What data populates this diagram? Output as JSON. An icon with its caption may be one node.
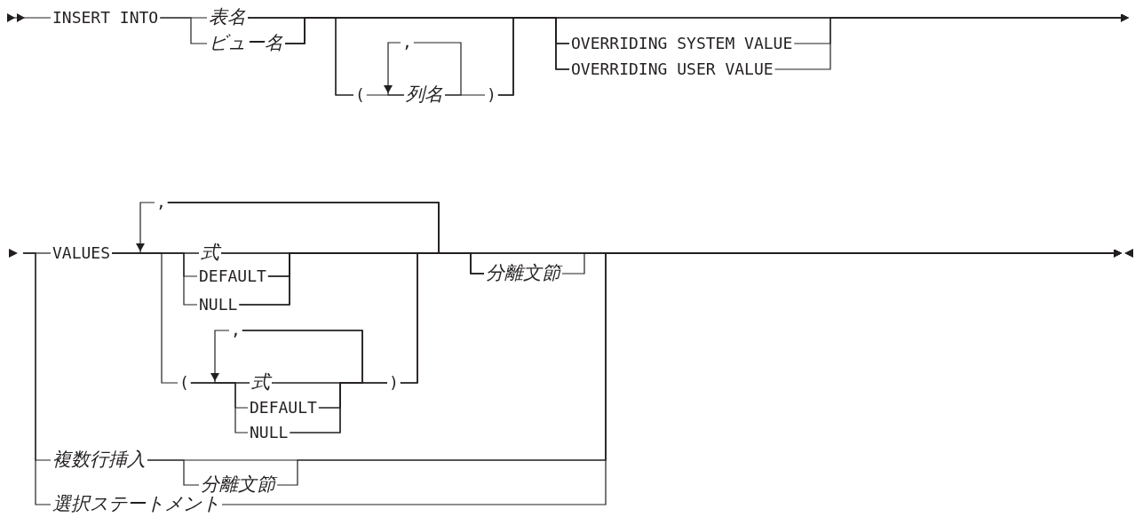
{
  "diagram": {
    "nodes": [
      {
        "text": [
          "INSERT INTO"
        ]
      },
      {
        "text": [
          "表名"
        ]
      },
      {
        "text": [
          "ビュー名"
        ]
      },
      {
        "text": [
          ","
        ]
      },
      {
        "text": [
          "("
        ]
      },
      {
        "text": [
          "列名"
        ]
      },
      {
        "text": [
          ")"
        ]
      },
      {
        "text": [
          "OVERRIDING SYSTEM VALUE"
        ]
      },
      {
        "text": [
          "OVERRIDING USER VALUE"
        ]
      },
      {
        "text": [
          ","
        ]
      },
      {
        "text": [
          "VALUES"
        ]
      },
      {
        "text": [
          "式"
        ]
      },
      {
        "text": [
          "DEFAULT"
        ]
      },
      {
        "text": [
          "NULL"
        ]
      },
      {
        "text": [
          ","
        ]
      },
      {
        "text": [
          "("
        ]
      },
      {
        "text": [
          "式"
        ]
      },
      {
        "text": [
          "DEFAULT"
        ]
      },
      {
        "text": [
          "NULL"
        ]
      },
      {
        "text": [
          ")"
        ]
      },
      {
        "text": [
          "分離文節"
        ]
      },
      {
        "text": [
          "複数行挿入"
        ]
      },
      {
        "text": [
          "分離文節"
        ]
      },
      {
        "text": [
          "選択ステートメント"
        ]
      }
    ],
    "edges": [
      {
        "from": null,
        "to": 0,
        "arrow": "other"
      },
      {
        "from": 0,
        "to": 1,
        "arrow": "none"
      },
      {
        "from": 0,
        "to": 2,
        "arrow": "none"
      },
      {
        "from": 1,
        "to": 4,
        "arrow": "none"
      },
      {
        "from": 2,
        "to": 4,
        "arrow": "none"
      },
      {
        "from": 4,
        "to": 5,
        "arrow": "none"
      },
      {
        "from": 5,
        "to": 6,
        "arrow": "none"
      },
      {
        "from": 5,
        "to": 3,
        "arrow": "none"
      },
      {
        "from": 3,
        "to": 5,
        "arrow": "to"
      },
      {
        "from": 6,
        "to": 7,
        "arrow": "none"
      },
      {
        "from": 6,
        "to": 8,
        "arrow": "none"
      },
      {
        "from": 6,
        "to": null,
        "arrow": "to"
      },
      {
        "from": 1,
        "to": 7,
        "arrow": "none"
      },
      {
        "from": 1,
        "to": 8,
        "arrow": "none"
      },
      {
        "from": 1,
        "to": null,
        "arrow": "to"
      },
      {
        "from": 2,
        "to": 7,
        "arrow": "none"
      },
      {
        "from": 2,
        "to": 8,
        "arrow": "none"
      },
      {
        "from": 2,
        "to": null,
        "arrow": "to"
      },
      {
        "from": 7,
        "to": null,
        "arrow": "to"
      },
      {
        "from": 8,
        "to": null,
        "arrow": "to"
      },
      {
        "from": null,
        "to": 10,
        "arrow": "none"
      },
      {
        "from": null,
        "to": 21,
        "arrow": "none"
      },
      {
        "from": null,
        "to": 23,
        "arrow": "none"
      },
      {
        "from": 10,
        "to": 11,
        "arrow": "none"
      },
      {
        "from": 10,
        "to": 12,
        "arrow": "none"
      },
      {
        "from": 10,
        "to": 13,
        "arrow": "none"
      },
      {
        "from": 10,
        "to": 15,
        "arrow": "none"
      },
      {
        "from": 11,
        "to": 20,
        "arrow": "none"
      },
      {
        "from": 12,
        "to": 20,
        "arrow": "none"
      },
      {
        "from": 13,
        "to": 20,
        "arrow": "none"
      },
      {
        "from": 11,
        "to": null,
        "arrow": "to"
      },
      {
        "from": 12,
        "to": null,
        "arrow": "to"
      },
      {
        "from": 13,
        "to": null,
        "arrow": "to"
      },
      {
        "from": 11,
        "to": 9,
        "arrow": "none"
      },
      {
        "from": 12,
        "to": 9,
        "arrow": "none"
      },
      {
        "from": 13,
        "to": 9,
        "arrow": "none"
      },
      {
        "from": 9,
        "to": 11,
        "arrow": "to"
      },
      {
        "from": 15,
        "to": 16,
        "arrow": "none"
      },
      {
        "from": 15,
        "to": 17,
        "arrow": "none"
      },
      {
        "from": 15,
        "to": 18,
        "arrow": "none"
      },
      {
        "from": 16,
        "to": 19,
        "arrow": "none"
      },
      {
        "from": 17,
        "to": 19,
        "arrow": "none"
      },
      {
        "from": 18,
        "to": 19,
        "arrow": "none"
      },
      {
        "from": 16,
        "to": 14,
        "arrow": "none"
      },
      {
        "from": 17,
        "to": 14,
        "arrow": "none"
      },
      {
        "from": 18,
        "to": 14,
        "arrow": "none"
      },
      {
        "from": 14,
        "to": 16,
        "arrow": "to"
      },
      {
        "from": 19,
        "to": 20,
        "arrow": "none"
      },
      {
        "from": 19,
        "to": null,
        "arrow": "to"
      },
      {
        "from": 19,
        "to": 9,
        "arrow": "none"
      },
      {
        "from": 20,
        "to": null,
        "arrow": "to"
      },
      {
        "from": 21,
        "to": 22,
        "arrow": "none"
      },
      {
        "from": 21,
        "to": null,
        "arrow": "to"
      },
      {
        "from": 22,
        "to": null,
        "arrow": "to"
      },
      {
        "from": 23,
        "to": null,
        "arrow": "to"
      }
    ]
  }
}
